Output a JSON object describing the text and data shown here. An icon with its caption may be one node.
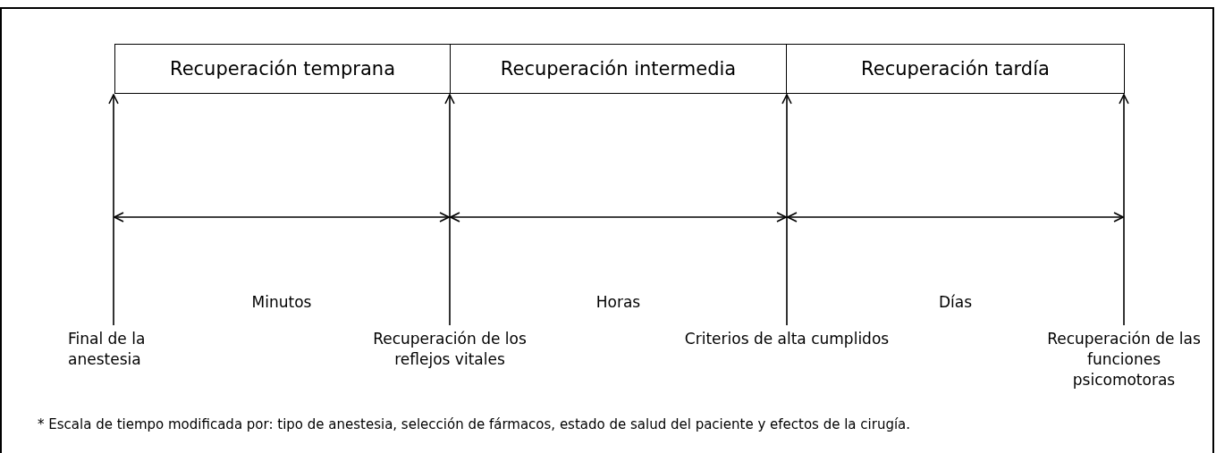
{
  "diagram": {
    "caption": "*  Escala de tiempo modificada por: tipo de anestesia, selección de fármacos, estado de salud del paciente y efectos de la cirugía.",
    "nodes": [
      {
        "text": [
          "Recuperación temprana"
        ]
      },
      {
        "text": [
          "Recuperación intermedia"
        ]
      },
      {
        "text": [
          "Recuperación tardía"
        ]
      },
      {
        "text": [
          "Final de la anestesia"
        ]
      },
      {
        "text": [
          "Recuperación de los reflejos vitales"
        ]
      },
      {
        "text": [
          "Criterios de alta cumplidos"
        ]
      },
      {
        "text": [
          "Recuperación de las funciones psicomotoras"
        ]
      }
    ],
    "edges": [
      {
        "from": 3,
        "to": 0,
        "arrow": "to"
      },
      {
        "from": 4,
        "to": 0,
        "arrow": "to"
      },
      {
        "from": 5,
        "to": 1,
        "arrow": "to"
      },
      {
        "from": 6,
        "to": 2,
        "arrow": "to"
      }
    ],
    "labels": [
      "Minutos",
      "Horas",
      "Días"
    ]
  }
}
